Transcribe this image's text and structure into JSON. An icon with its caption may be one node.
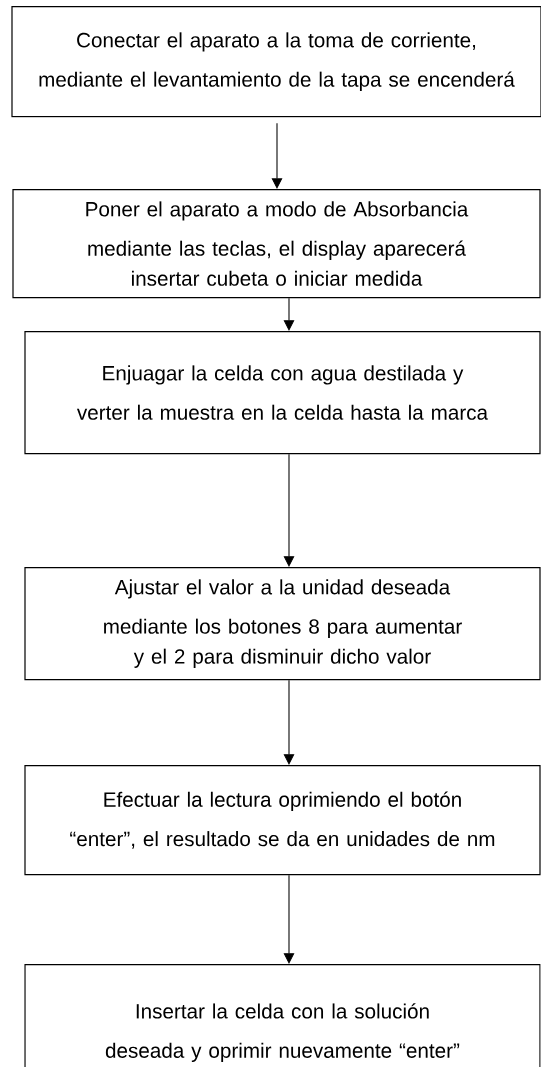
{
  "diagram": {
    "nodes": [
      {
        "text": [
          "Conectar el aparato a la toma de corriente, mediante el levantamiento de la tapa se encenderá"
        ]
      },
      {
        "text": [
          "Poner el aparato a modo de Absorbancia mediante las teclas, el display aparecerá insertar cubeta o iniciar medida"
        ]
      },
      {
        "text": [
          "Enjuagar la celda con agua destilada y verter la muestra en la celda hasta la marca"
        ]
      },
      {
        "text": [
          "Ajustar el valor a la unidad deseada mediante los botones 8 para aumentar y el 2 para disminuir dicho valor"
        ]
      },
      {
        "text": [
          "Efectuar la lectura oprimiendo el botón “enter”, el resultado se da en unidades de nm"
        ]
      },
      {
        "text": [
          "Insertar la celda con la solución deseada y oprimir nuevamente “enter”"
        ]
      }
    ],
    "edges": [
      {
        "from": 0,
        "to": 1,
        "arrow": "to"
      },
      {
        "from": 1,
        "to": 2,
        "arrow": "to"
      },
      {
        "from": 2,
        "to": 3,
        "arrow": "to"
      },
      {
        "from": 3,
        "to": 4,
        "arrow": "to"
      },
      {
        "from": 4,
        "to": 5,
        "arrow": "to"
      }
    ]
  }
}
